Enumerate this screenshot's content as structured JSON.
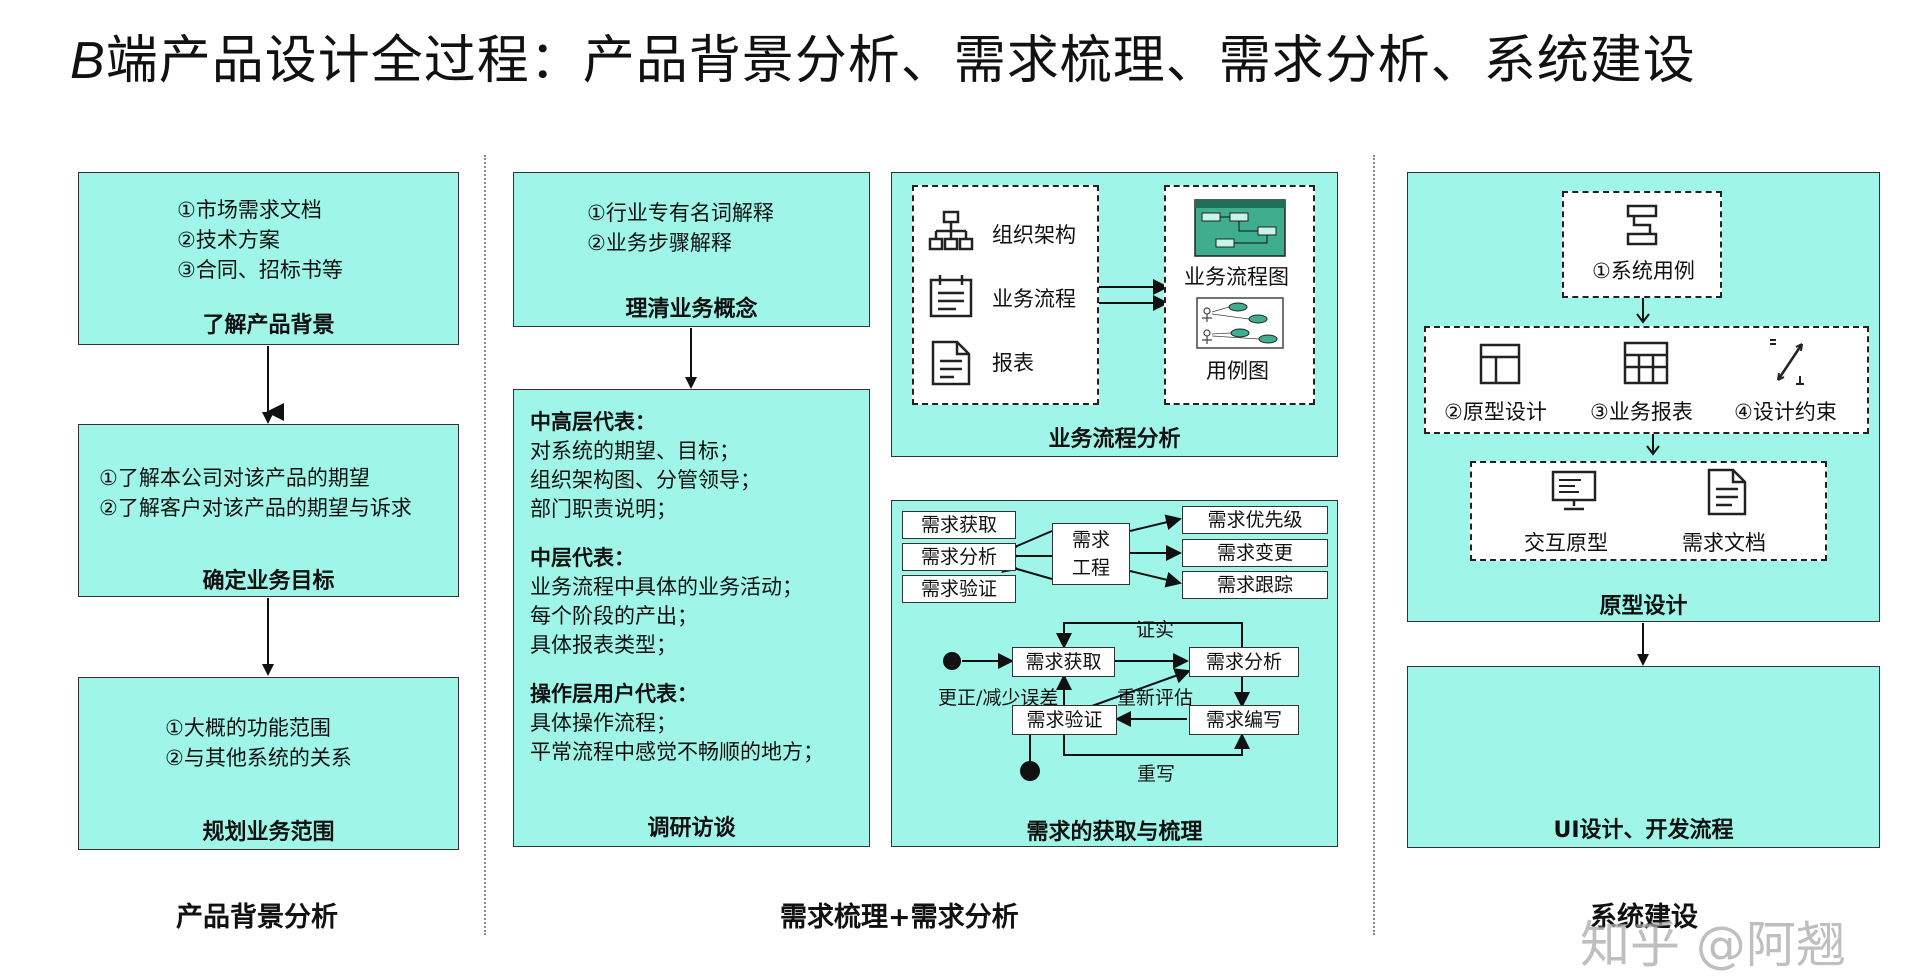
{
  "title": {
    "prefix": "B",
    "rest": "端产品设计全过程：产品背景分析、需求梳理、需求分析、系统建设"
  },
  "col1": {
    "box1": {
      "lines": [
        "①市场需求文档",
        "②技术方案",
        "③合同、招标书等"
      ],
      "caption": "了解产品背景"
    },
    "box2": {
      "lines": [
        "①了解本公司对该产品的期望",
        "②了解客户对该产品的期望与诉求"
      ],
      "caption": "确定业务目标"
    },
    "box3": {
      "lines": [
        "①大概的功能范围",
        "②与其他系统的关系"
      ],
      "caption": "规划业务范围"
    },
    "section": "产品背景分析"
  },
  "col2": {
    "concept": {
      "lines": [
        "①行业专有名词解释",
        "②业务步骤解释"
      ],
      "caption": "理清业务概念"
    },
    "interview": {
      "groups": [
        {
          "heading": "中高层代表：",
          "lines": [
            "对系统的期望、目标；",
            "组织架构图、分管领导；",
            "部门职责说明；"
          ]
        },
        {
          "heading": "中层代表：",
          "lines": [
            "业务流程中具体的业务活动；",
            "每个阶段的产出；",
            "具体报表类型；"
          ]
        },
        {
          "heading": "操作层用户代表：",
          "lines": [
            "具体操作流程；",
            "平常流程中感觉不畅顺的地方；"
          ]
        }
      ],
      "caption": "调研访谈"
    },
    "flow": {
      "left_items": [
        "组织架构",
        "业务流程",
        "报表"
      ],
      "right_items": [
        "业务流程图",
        "用例图"
      ],
      "caption": "业务流程分析"
    },
    "req": {
      "left": [
        "需求获取",
        "需求分析",
        "需求验证"
      ],
      "center": [
        "需求",
        "工程"
      ],
      "right": [
        "需求优先级",
        "需求变更",
        "需求跟踪"
      ],
      "cycle": {
        "acquire": "需求获取",
        "analyze": "需求分析",
        "verify": "需求验证",
        "write": "需求编写",
        "confirm": "证实",
        "correct": "更正/减少误差",
        "reassess": "重新评估",
        "rewrite": "重写"
      },
      "caption": "需求的获取与梳理"
    },
    "section": "需求梳理+需求分析"
  },
  "col3": {
    "proto": {
      "use_case": "①系统用例",
      "row2": [
        "②原型设计",
        "③业务报表",
        "④设计约束"
      ],
      "row3": [
        "交互原型",
        "需求文档"
      ],
      "caption": "原型设计"
    },
    "dev": {
      "caption": "UI设计、开发流程"
    },
    "section": "系统建设"
  },
  "watermark": "知乎 @阿翘",
  "colors": {
    "box_fill": "#9ff5e8",
    "border": "#333333"
  }
}
